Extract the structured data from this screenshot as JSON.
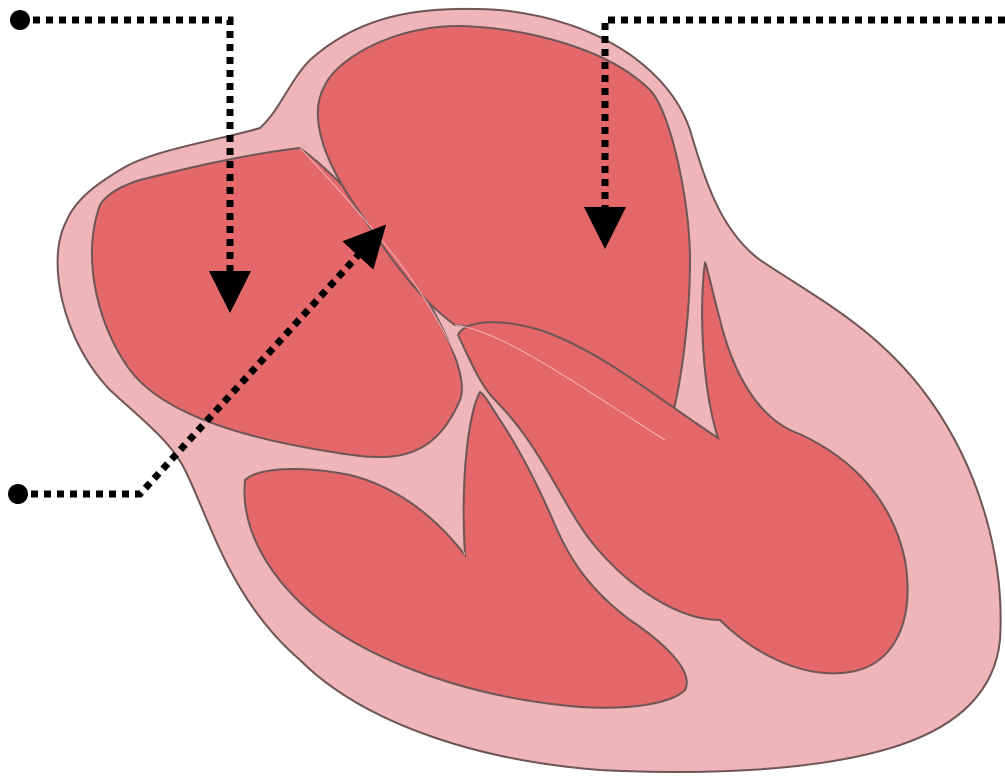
{
  "diagram": {
    "subject": "heart-cross-section-four-chamber-view",
    "colors": {
      "background": "#ffffff",
      "myocardium_fill": "#efb5b8",
      "chamber_fill": "#e4676a",
      "outline": "#6e5656",
      "pointer_line": "#000000"
    },
    "pointers": [
      {
        "id": "pointer-top-left",
        "label": ""
      },
      {
        "id": "pointer-top-right",
        "label": ""
      },
      {
        "id": "pointer-bottom-left",
        "label": ""
      }
    ]
  }
}
